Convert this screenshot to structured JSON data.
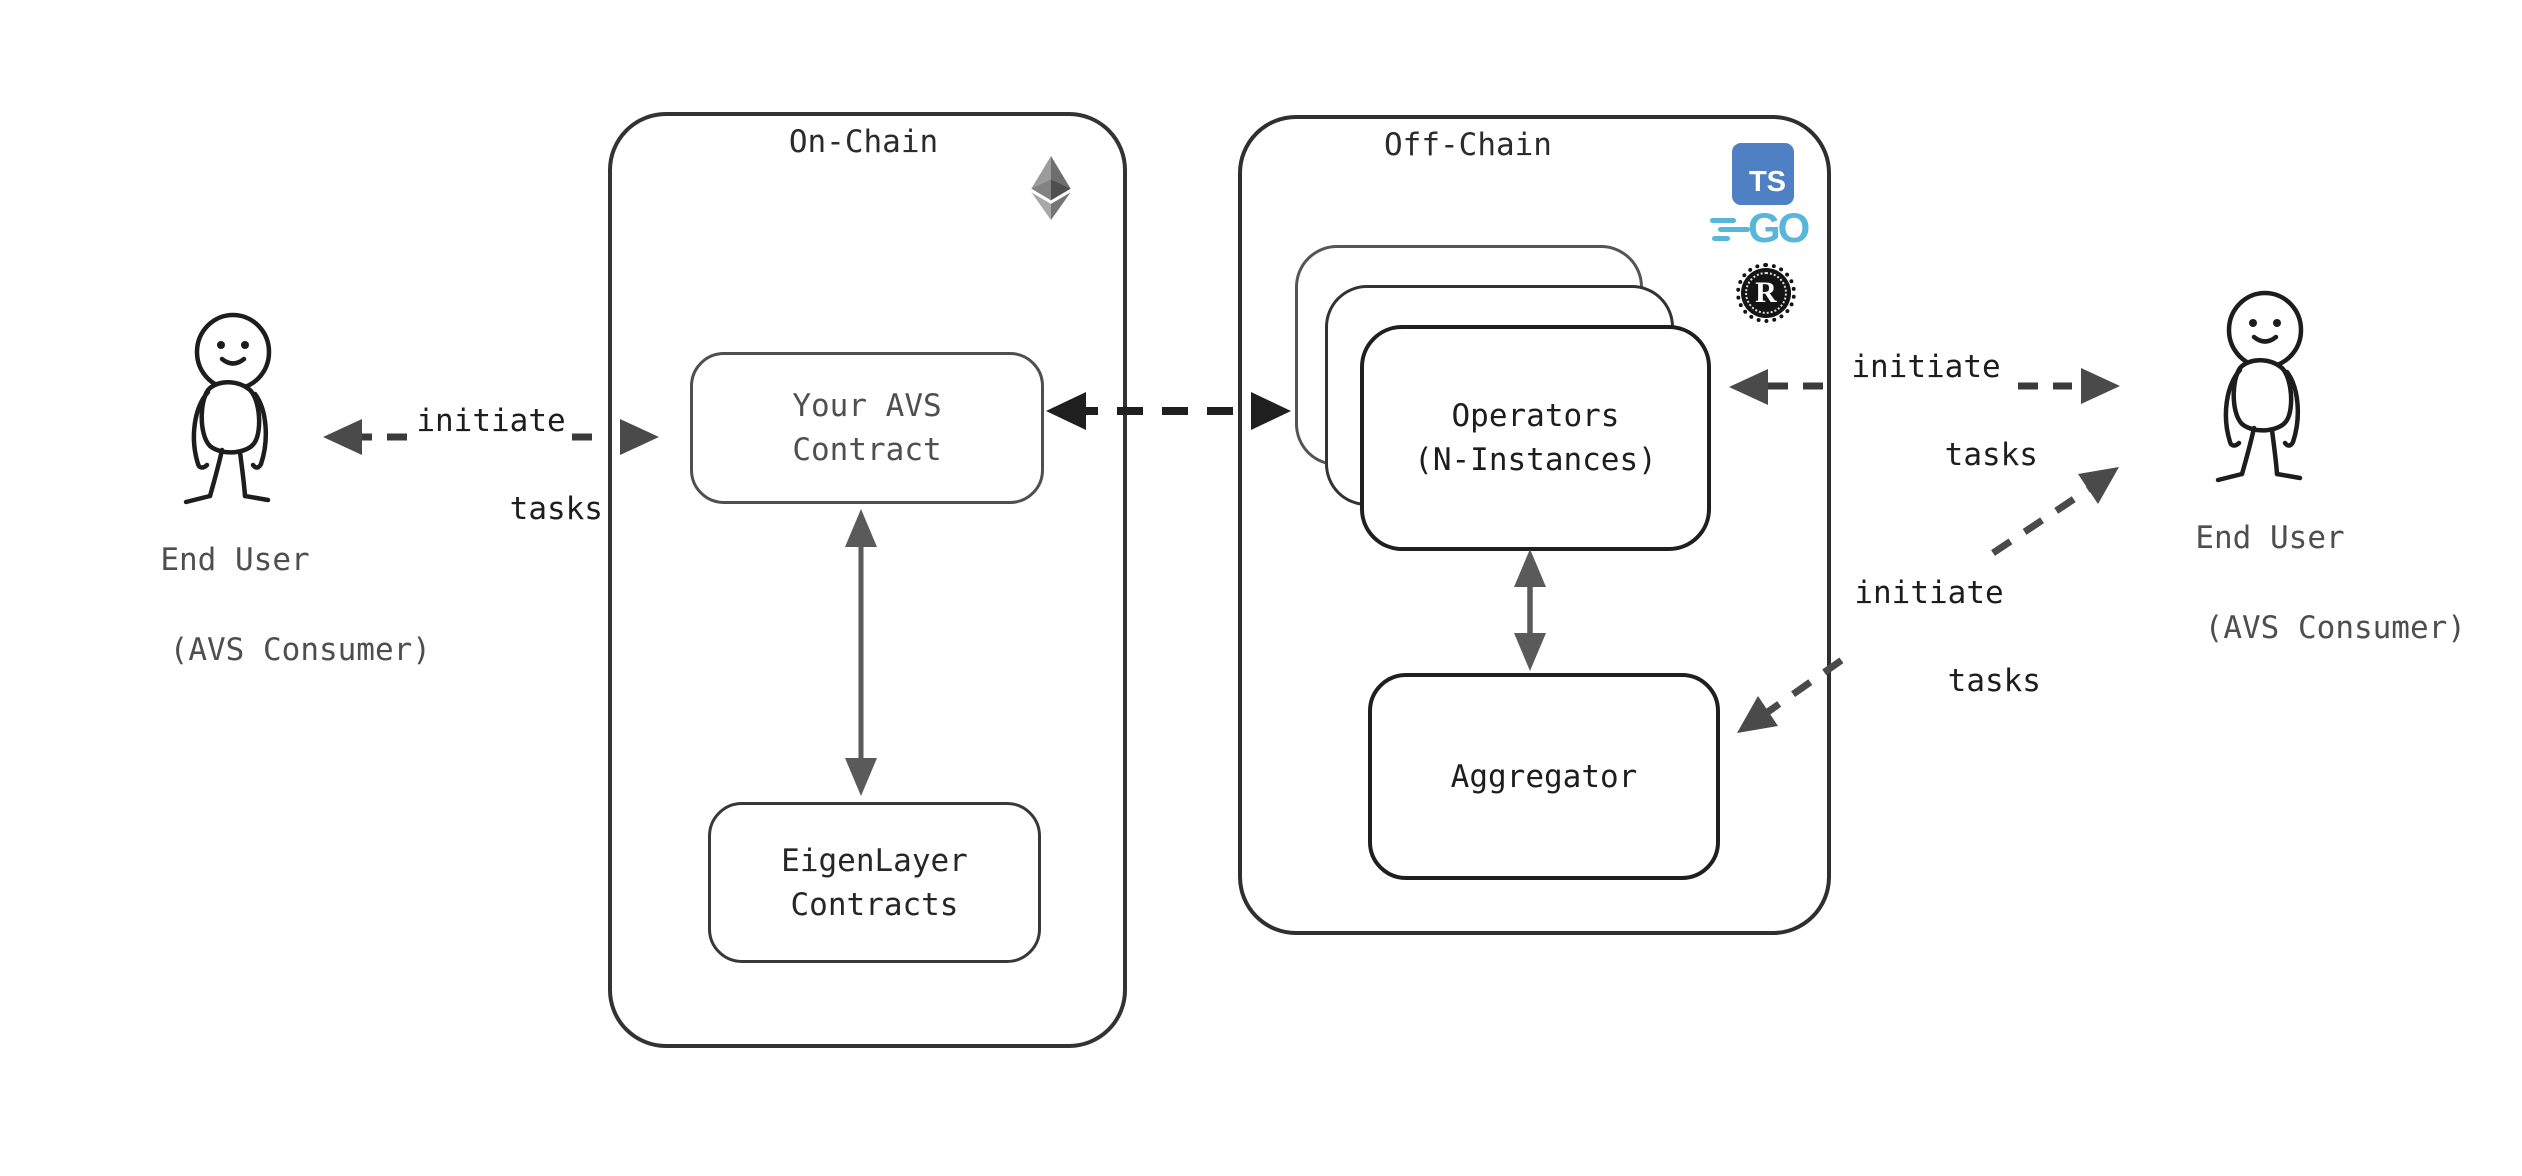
{
  "diagram": {
    "background": "#ffffff",
    "actors": {
      "left": {
        "title": "End User",
        "subtitle": "(AVS Consumer)"
      },
      "right": {
        "title": "End User",
        "subtitle": "(AVS Consumer)"
      }
    },
    "on_chain": {
      "title": "On-Chain",
      "avs_contract": {
        "line1": "Your AVS",
        "line2": "Contract"
      },
      "eigenlayer": {
        "line1": "EigenLayer",
        "line2": "Contracts"
      }
    },
    "off_chain": {
      "title": "Off-Chain",
      "operators": {
        "line1": "Operators",
        "line2": "(N-Instances)"
      },
      "aggregator": {
        "label": "Aggregator"
      }
    },
    "edge_labels": {
      "left_user_to_avs": {
        "line1": "initiate",
        "line2": "tasks"
      },
      "operators_to_right_user": {
        "line1": "initiate",
        "line2": "tasks"
      },
      "right_user_to_aggregator": {
        "line1": "initiate",
        "line2": "tasks"
      }
    },
    "icons": {
      "ethereum_icon": "ethereum-logo",
      "typescript_icon": "TS",
      "go_icon": "GO",
      "rust_icon": "R"
    },
    "colors": {
      "container_stroke": "#333333",
      "node_stroke_dark": "#1f1f1f",
      "node_stroke_gray": "#4f4f4f",
      "solid_arrow": "#5a5a5a",
      "dashed_arrow": "#3a3a3a",
      "dashed_arrow_dark": "#1f1f1f",
      "text_dark": "#1d1d1d",
      "text_gray": "#4e4e4e",
      "ts_blue": "#4e80c3",
      "go_cyan": "#57b6d9",
      "rust_black": "#141414"
    }
  }
}
